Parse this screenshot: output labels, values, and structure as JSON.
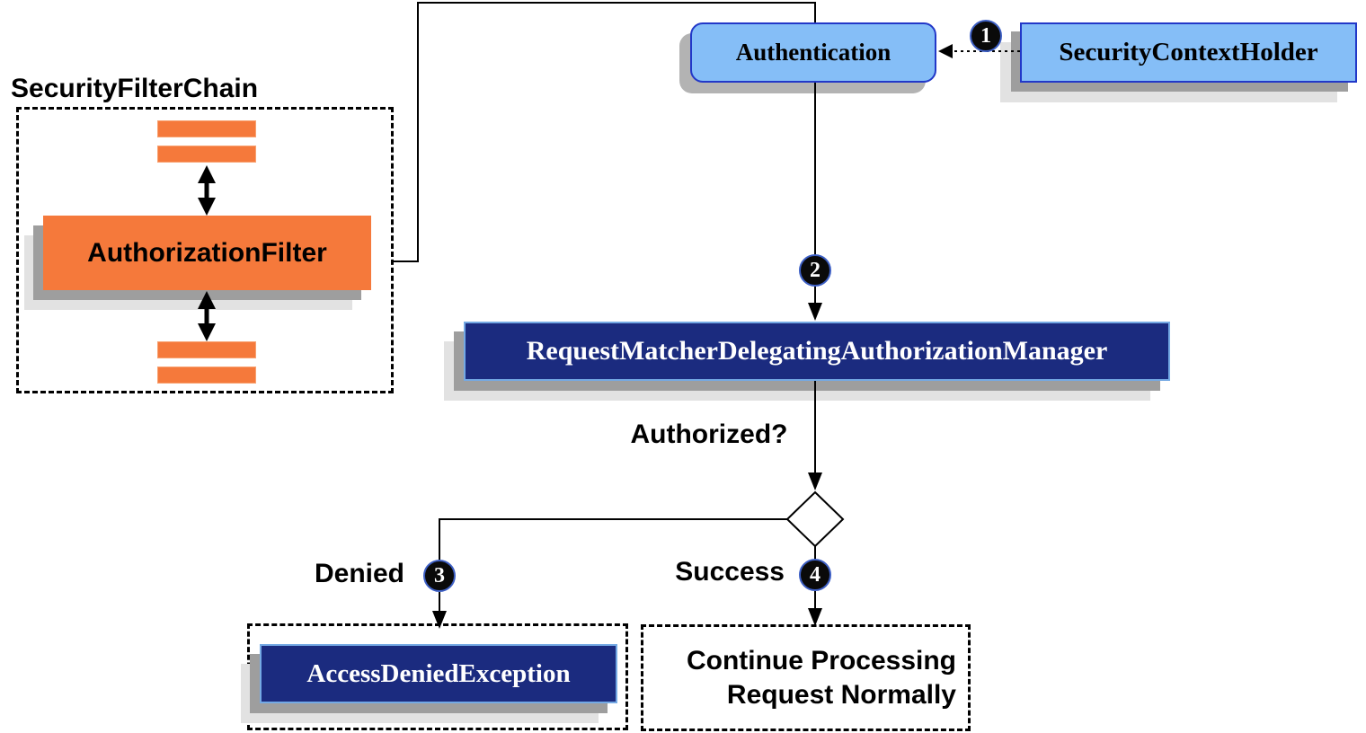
{
  "filter_chain": {
    "title": "SecurityFilterChain",
    "filter_label": "AuthorizationFilter"
  },
  "nodes": {
    "authentication": "Authentication",
    "security_context_holder": "SecurityContextHolder",
    "authorization_manager": "RequestMatcherDelegatingAuthorizationManager",
    "access_denied_exception": "AccessDeniedException",
    "continue_line1": "Continue Processing",
    "continue_line2": "Request Normally"
  },
  "labels": {
    "authorized": "Authorized?",
    "denied": "Denied",
    "success": "Success"
  },
  "badges": {
    "step1": "1",
    "step2": "2",
    "step3": "3",
    "step4": "4"
  },
  "colors": {
    "orange": "#F5793B",
    "navy": "#1B2B7F",
    "light_blue": "#85BEF7",
    "blue_border": "#2238C8",
    "navy_box_border": "#74A9E4",
    "shadow_dark": "#9E9E9E",
    "shadow_light": "#E2E2E2",
    "badge_ring": "#3D5FC4"
  }
}
